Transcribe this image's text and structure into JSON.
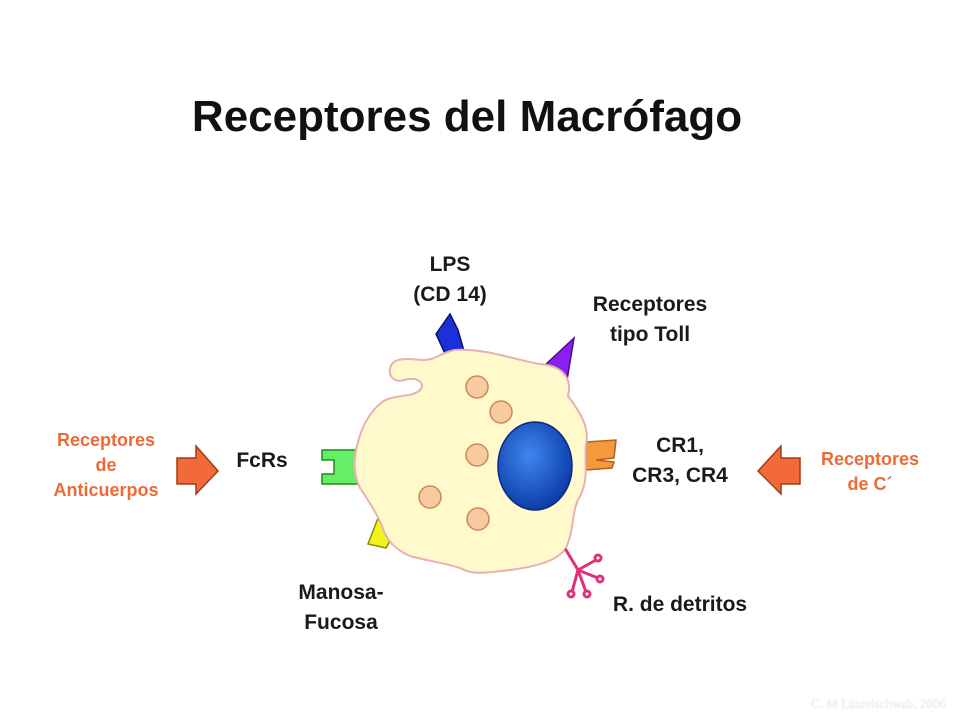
{
  "title": "Receptores del Macrófago",
  "labels": {
    "lps": [
      "LPS",
      "(CD 14)"
    ],
    "toll": [
      "Receptores",
      "tipo Toll"
    ],
    "fcrs": "FcRs",
    "cr": [
      "CR1,",
      "CR3, CR4"
    ],
    "manosa": [
      "Manosa-",
      "Fucosa"
    ],
    "detritos": "R. de detritos",
    "anticuerpos": [
      "Receptores",
      "de",
      "Anticuerpos"
    ],
    "complemento": [
      "Receptores",
      "de C´"
    ]
  },
  "credit": "C. M Lützelschwab, 2006",
  "colors": {
    "cell": "#fff9cc",
    "cell_border": "#e8b0b0",
    "nucleus": "#1e5bc8",
    "granules": "#f7caa0",
    "lps_receptor": "#1c2fd8",
    "toll_receptor": "#8a1ff0",
    "fc_receptor": "#66ee66",
    "cr_receptor": "#f59a3c",
    "mannose_receptor": "#f2f21e",
    "debris_receptor": "#e0307a",
    "arrows": "#f26a3a",
    "orange_text": "#ee6a35"
  }
}
